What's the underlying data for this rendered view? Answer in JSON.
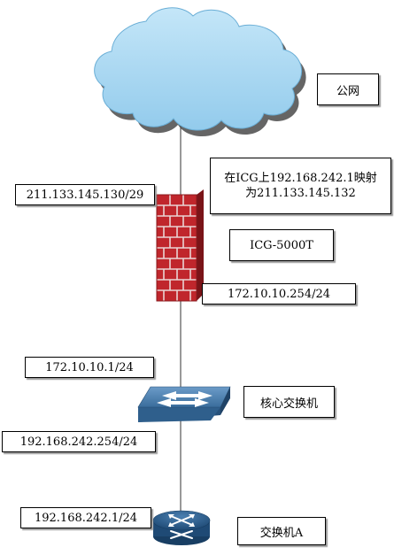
{
  "network": {
    "public_label": "公网",
    "nat_note_line1": "在ICG上192.168.242.1映射",
    "nat_note_line2": "为211.133.145.132",
    "firewall_wan_ip": "211.133.145.130/29",
    "firewall_name": "ICG-5000T",
    "firewall_lan_ip": "172.10.10.254/24",
    "core_uplink_ip": "172.10.10.1/24",
    "core_switch_name": "核心交换机",
    "core_vlan_ip": "192.168.242.254/24",
    "switch_a_ip": "192.168.242.1/24",
    "switch_a_name": "交换机A"
  },
  "colors": {
    "cloud_fill": "#a9d8f2",
    "cloud_shadow": "#4a4a4a",
    "brick": "#c0262c",
    "mortar": "#e9d4d4",
    "switch_blue": "#3f76a8",
    "router_blue": "#2a5b8a"
  }
}
